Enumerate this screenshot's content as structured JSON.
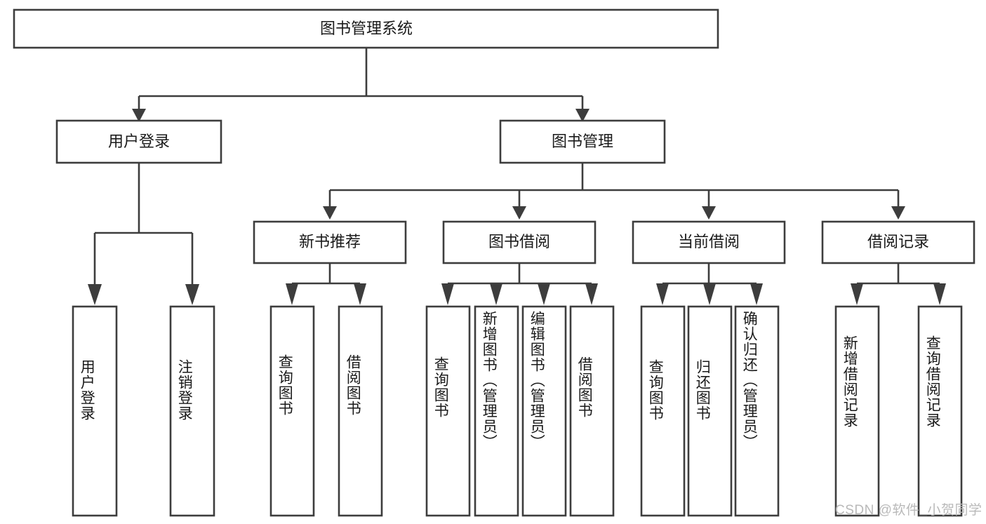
{
  "diagram": {
    "type": "tree-hierarchy",
    "title": "图书管理系统",
    "watermark": "CSDN @软件_小贺同学",
    "colors": {
      "stroke": "#3d3d3d",
      "fill": "#ffffff",
      "text": "#1a1a1a",
      "watermark": "#b9b9b9"
    },
    "root": {
      "label": "图书管理系统"
    },
    "level2": [
      {
        "label": "用户登录"
      },
      {
        "label": "图书管理"
      }
    ],
    "level3": [
      {
        "label": "新书推荐"
      },
      {
        "label": "图书借阅"
      },
      {
        "label": "当前借阅"
      },
      {
        "label": "借阅记录"
      }
    ],
    "leaves": {
      "user_login": [
        {
          "label": "用户登录"
        },
        {
          "label": "注销登录"
        }
      ],
      "new_book_recommend": [
        {
          "label": "查询图书"
        },
        {
          "label": "借阅图书"
        }
      ],
      "book_borrow": [
        {
          "label": "查询图书"
        },
        {
          "label": "新增图书（管理员）"
        },
        {
          "label": "编辑图书（管理员）"
        },
        {
          "label": "借阅图书"
        }
      ],
      "current_borrow": [
        {
          "label": "查询图书"
        },
        {
          "label": "归还图书"
        },
        {
          "label": "确认归还（管理员）"
        }
      ],
      "borrow_record": [
        {
          "label": "新增借阅记录"
        },
        {
          "label": "查询借阅记录"
        }
      ]
    }
  }
}
